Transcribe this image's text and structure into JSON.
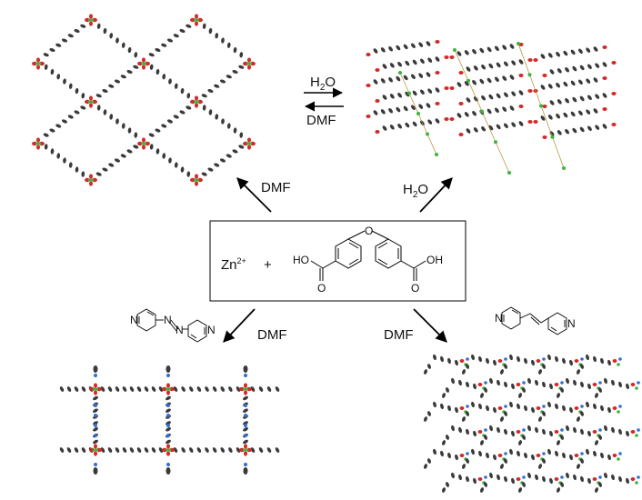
{
  "center": {
    "metal": "Zn",
    "metal_charge": "2+",
    "plus": "+",
    "ligand_ho": "HO",
    "ligand_oh": "OH",
    "ligand_o_bridge": "O",
    "ligand_o_left": "O",
    "ligand_o_right": "O"
  },
  "arrows": {
    "top_forward_h": "H",
    "top_forward_sub": "2",
    "top_forward_o": "O",
    "top_backward": "DMF",
    "upper_left": "DMF",
    "upper_right_h": "H",
    "upper_right_sub": "2",
    "upper_right_o": "O",
    "lower_left": "DMF",
    "lower_right": "DMF"
  },
  "coligands": {
    "azo_left_n": "N",
    "azo_right_n": "N",
    "azo_n1": "N",
    "azo_n2": "N",
    "vinyl_left_n": "N",
    "vinyl_right_n": "N"
  },
  "colors": {
    "carbon": "#3a3a3a",
    "oxygen": "#d62828",
    "zinc": "#3cb43c",
    "nitrogen": "#2f6fd6",
    "bond": "#b88a2a"
  }
}
